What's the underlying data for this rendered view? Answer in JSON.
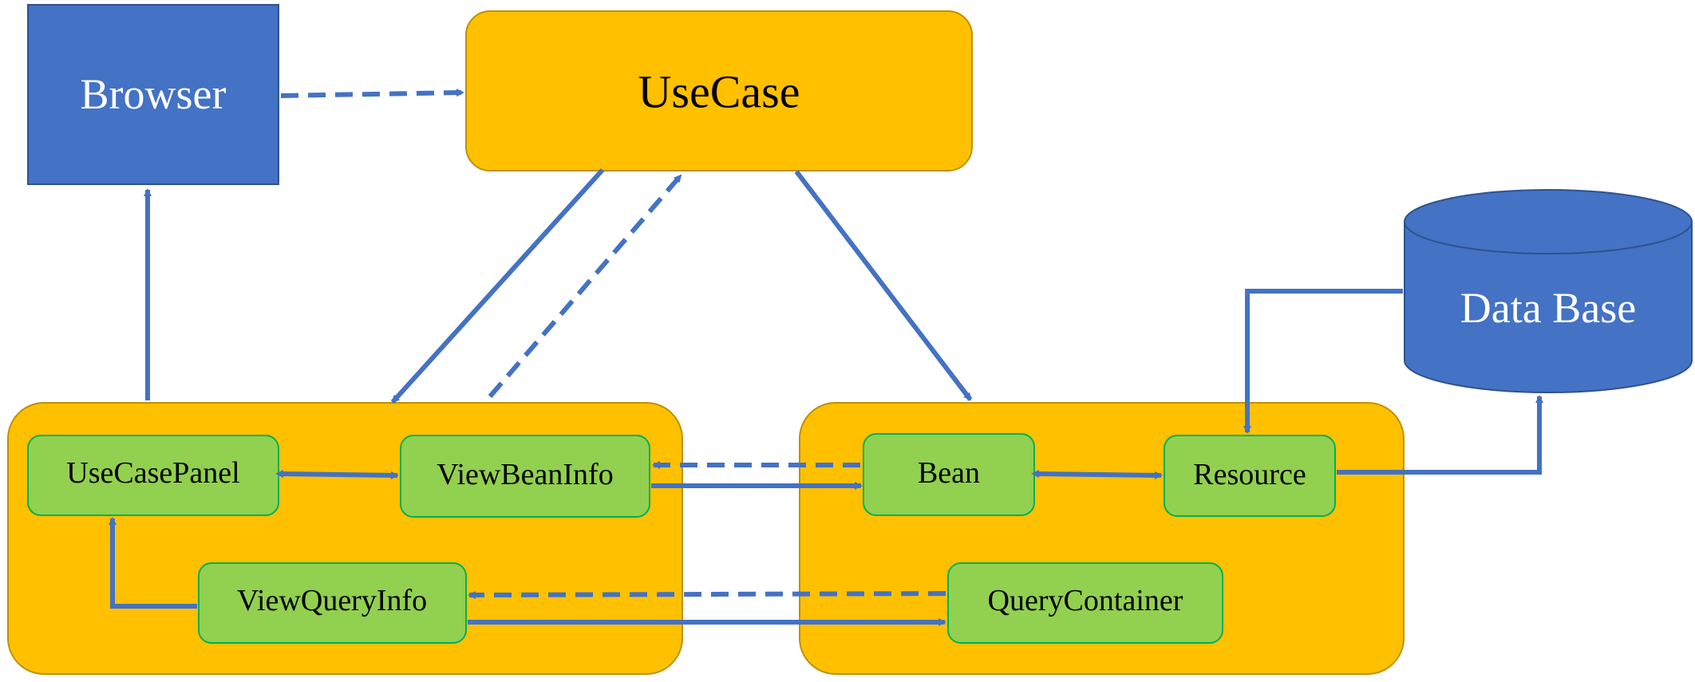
{
  "colors": {
    "blue": "#4472C4",
    "orange": "#FFC000",
    "orange_border": "#BF9000",
    "green": "#92D050",
    "green_border": "#00B050"
  },
  "nodes": {
    "browser": "Browser",
    "usecase": "UseCase",
    "database": "Data Base",
    "usecasepanel": "UseCasePanel",
    "viewbeaninfo": "ViewBeanInfo",
    "viewqueryinfo": "ViewQueryInfo",
    "bean": "Bean",
    "resource": "Resource",
    "querycontainer": "QueryContainer"
  }
}
